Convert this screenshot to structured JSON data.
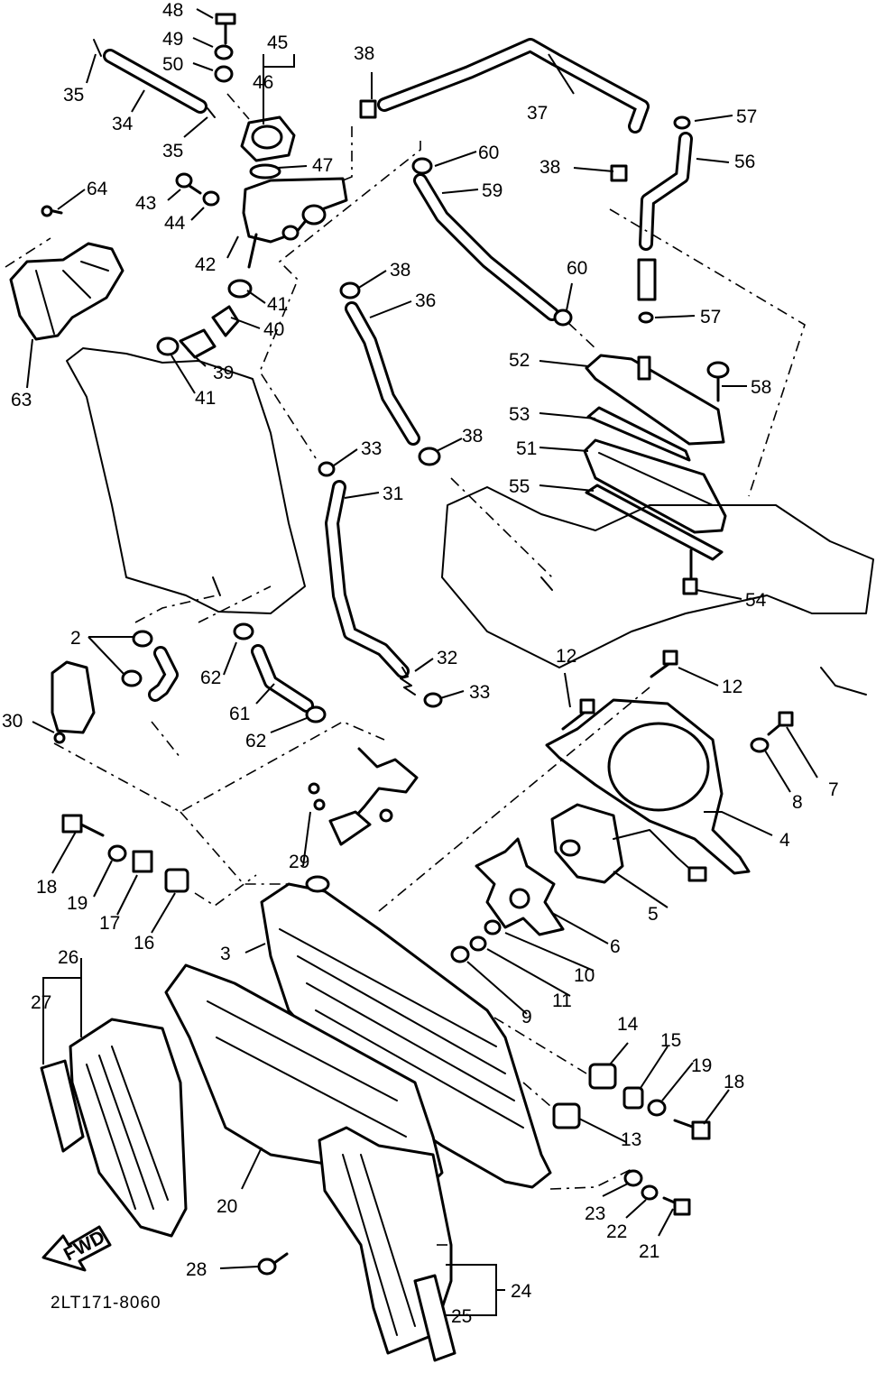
{
  "diagram_code": "2LT171-8060",
  "fwd_label": "FWD",
  "labels": {
    "n48": "48",
    "n49": "49",
    "n50": "50",
    "n45": "45",
    "n46": "46",
    "n35a": "35",
    "n34": "34",
    "n35b": "35",
    "n47": "47",
    "n38a": "38",
    "n37": "37",
    "n57a": "57",
    "n56": "56",
    "n60a": "60",
    "n38b": "38",
    "n59": "59",
    "n64": "64",
    "n43": "43",
    "n44": "44",
    "n42": "42",
    "n41a": "41",
    "n40": "40",
    "n39": "39",
    "n41b": "41",
    "n63": "63",
    "n38c": "38",
    "n36": "36",
    "n60b": "60",
    "n57b": "57",
    "n52": "52",
    "n58": "58",
    "n53": "53",
    "n51": "51",
    "n55": "55",
    "n54": "54",
    "n33a": "33",
    "n38d": "38",
    "n31": "31",
    "n32": "32",
    "n33b": "33",
    "n2": "2",
    "n30": "30",
    "n62a": "62",
    "n61": "61",
    "n62b": "62",
    "n12a": "12",
    "n12b": "12",
    "n7": "7",
    "n8": "8",
    "n4": "4",
    "n5": "5",
    "n6": "6",
    "n10": "10",
    "n11": "11",
    "n9": "9",
    "n29": "29",
    "n18a": "18",
    "n19a": "19",
    "n17": "17",
    "n16": "16",
    "n3": "3",
    "n26": "26",
    "n27": "27",
    "n20": "20",
    "n14": "14",
    "n15": "15",
    "n19b": "19",
    "n18b": "18",
    "n13": "13",
    "n23": "23",
    "n22": "22",
    "n21": "21",
    "n28": "28",
    "n24": "24",
    "n25": "25"
  }
}
